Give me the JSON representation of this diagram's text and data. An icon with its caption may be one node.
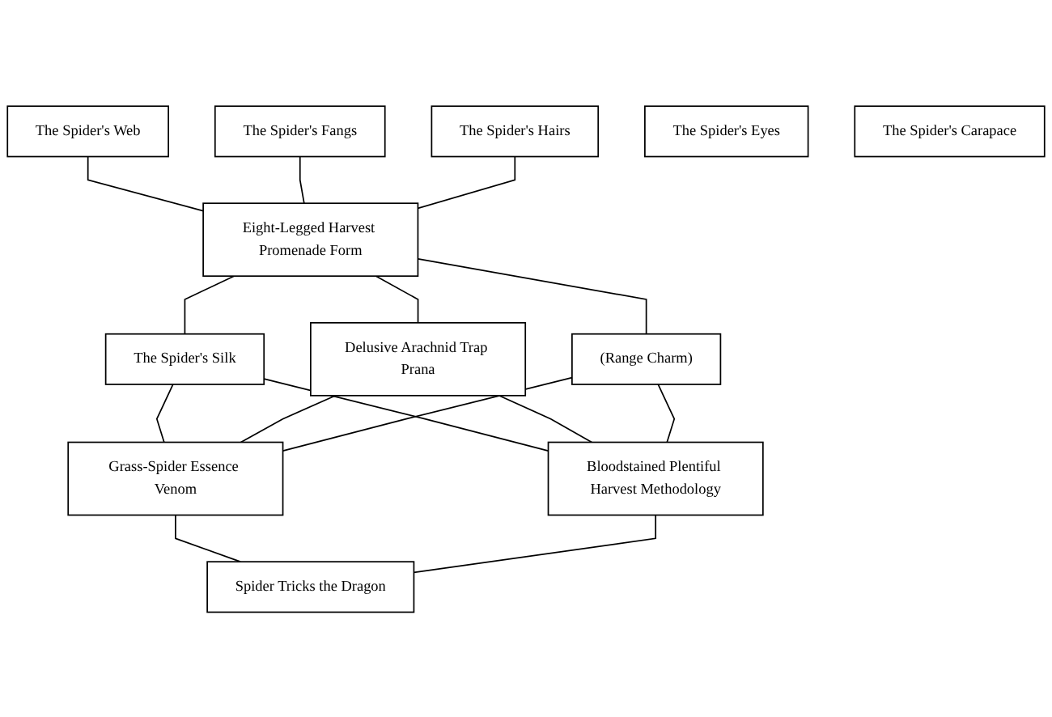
{
  "diagram": {
    "nodes": [
      {
        "text": [
          "The Spider's Web"
        ]
      },
      {
        "text": [
          "The Spider's Fangs"
        ]
      },
      {
        "text": [
          "The Spider's Hairs"
        ]
      },
      {
        "text": [
          "The Spider's Eyes"
        ]
      },
      {
        "text": [
          "Eight-Legged Harvest Promenade Form"
        ]
      },
      {
        "text": [
          "The Spider's Carapace"
        ]
      },
      {
        "text": [
          "The Spider's Silk"
        ]
      },
      {
        "text": [
          "Delusive Arachnid Trap Prana"
        ]
      },
      {
        "text": [
          "(Range Charm)"
        ]
      },
      {
        "text": [
          "Grass-Spider Essence Venom"
        ]
      },
      {
        "text": [
          "Bloodstained Plentiful Harvest Methodology"
        ]
      },
      {
        "text": [
          "Spider Tricks the Dragon"
        ]
      }
    ],
    "edges": [
      {
        "from": 0,
        "to": 4,
        "arrow": "none"
      },
      {
        "from": 1,
        "to": 4,
        "arrow": "none"
      },
      {
        "from": 2,
        "to": 4,
        "arrow": "none"
      },
      {
        "from": 4,
        "to": 6,
        "arrow": "none"
      },
      {
        "from": 4,
        "to": 7,
        "arrow": "none"
      },
      {
        "from": 4,
        "to": 8,
        "arrow": "none"
      },
      {
        "from": 6,
        "to": 9,
        "arrow": "none"
      },
      {
        "from": 6,
        "to": 10,
        "arrow": "none"
      },
      {
        "from": 7,
        "to": 9,
        "arrow": "none"
      },
      {
        "from": 7,
        "to": 10,
        "arrow": "none"
      },
      {
        "from": 8,
        "to": 9,
        "arrow": "none"
      },
      {
        "from": 8,
        "to": 10,
        "arrow": "none"
      },
      {
        "from": 9,
        "to": 11,
        "arrow": "none"
      },
      {
        "from": 10,
        "to": 11,
        "arrow": "none"
      }
    ]
  }
}
